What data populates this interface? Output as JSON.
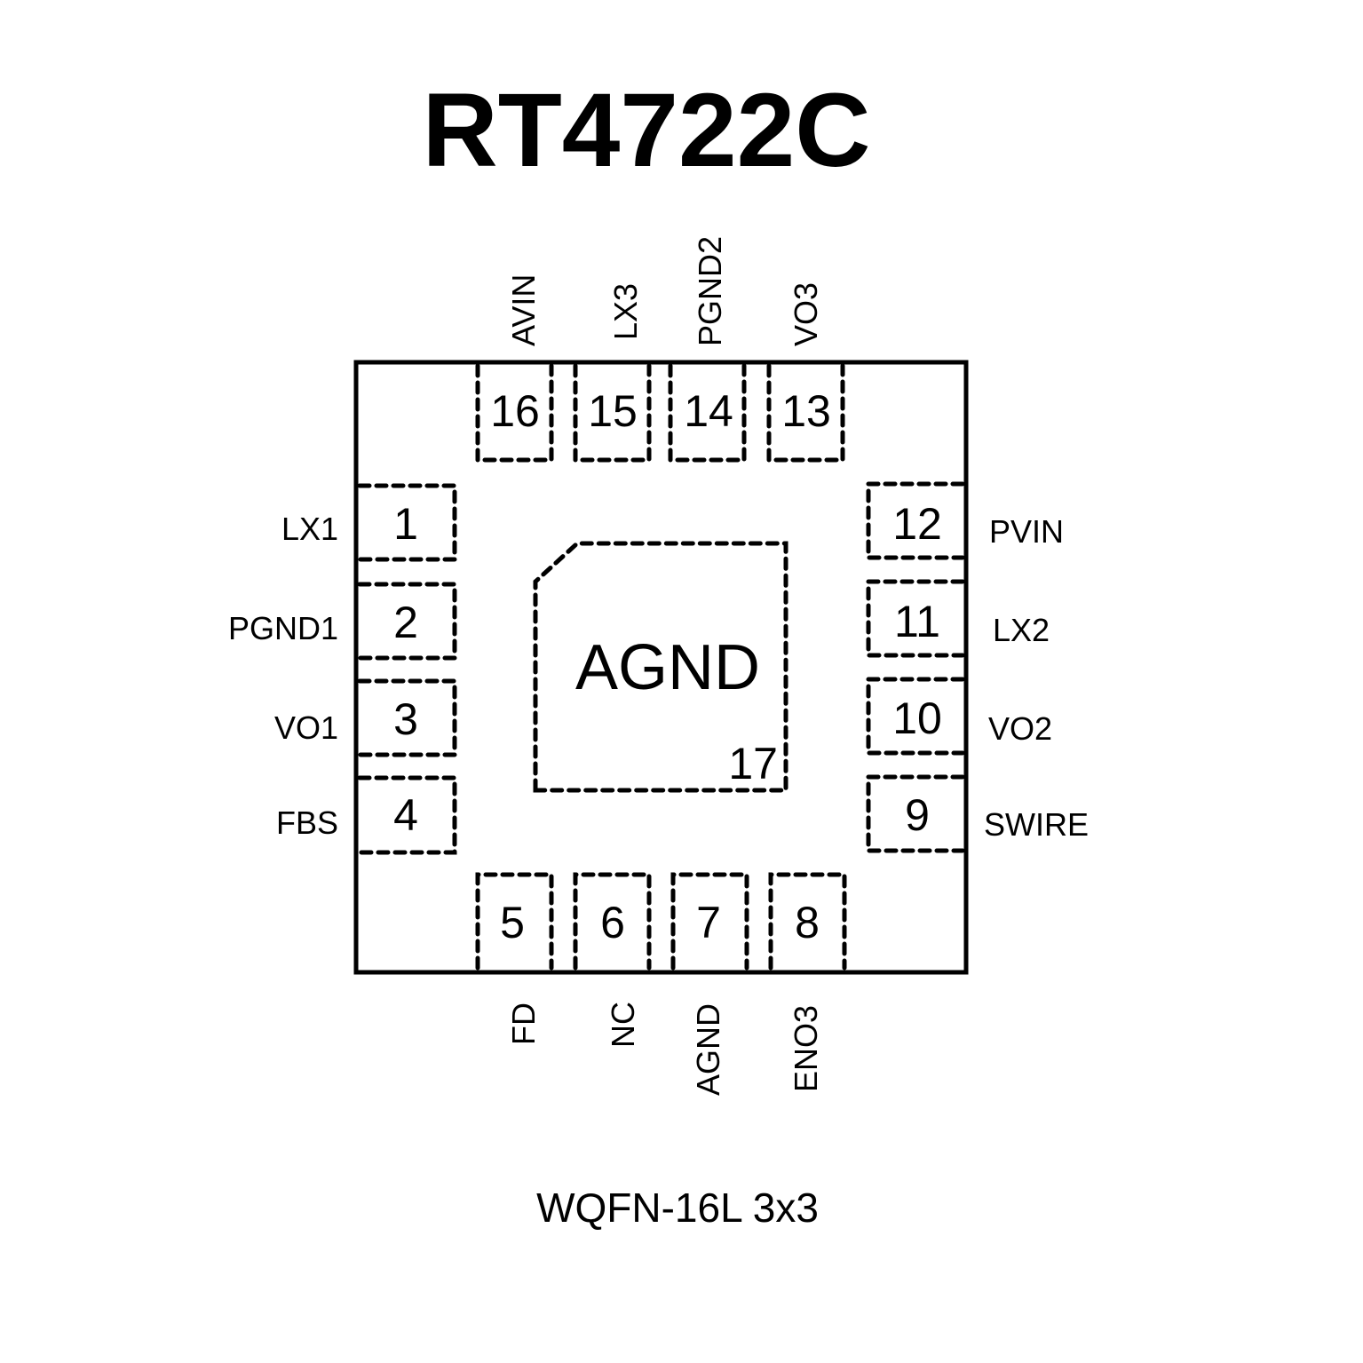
{
  "title": "RT4722C",
  "package": "WQFN-16L 3x3",
  "colors": {
    "ink": "#000000",
    "background": "#ffffff"
  },
  "exposed_pad": {
    "number": "17",
    "name": "AGND"
  },
  "pins": {
    "left": [
      {
        "number": "1",
        "name": "LX1"
      },
      {
        "number": "2",
        "name": "PGND1"
      },
      {
        "number": "3",
        "name": "VO1"
      },
      {
        "number": "4",
        "name": "FBS"
      }
    ],
    "bottom": [
      {
        "number": "5",
        "name": "FD"
      },
      {
        "number": "6",
        "name": "NC"
      },
      {
        "number": "7",
        "name": "AGND"
      },
      {
        "number": "8",
        "name": "ENO3"
      }
    ],
    "right": [
      {
        "number": "9",
        "name": "SWIRE"
      },
      {
        "number": "10",
        "name": "VO2"
      },
      {
        "number": "11",
        "name": "LX2"
      },
      {
        "number": "12",
        "name": "PVIN"
      }
    ],
    "top": [
      {
        "number": "13",
        "name": "VO3"
      },
      {
        "number": "14",
        "name": "PGND2"
      },
      {
        "number": "15",
        "name": "LX3"
      },
      {
        "number": "16",
        "name": "AVIN"
      }
    ]
  }
}
